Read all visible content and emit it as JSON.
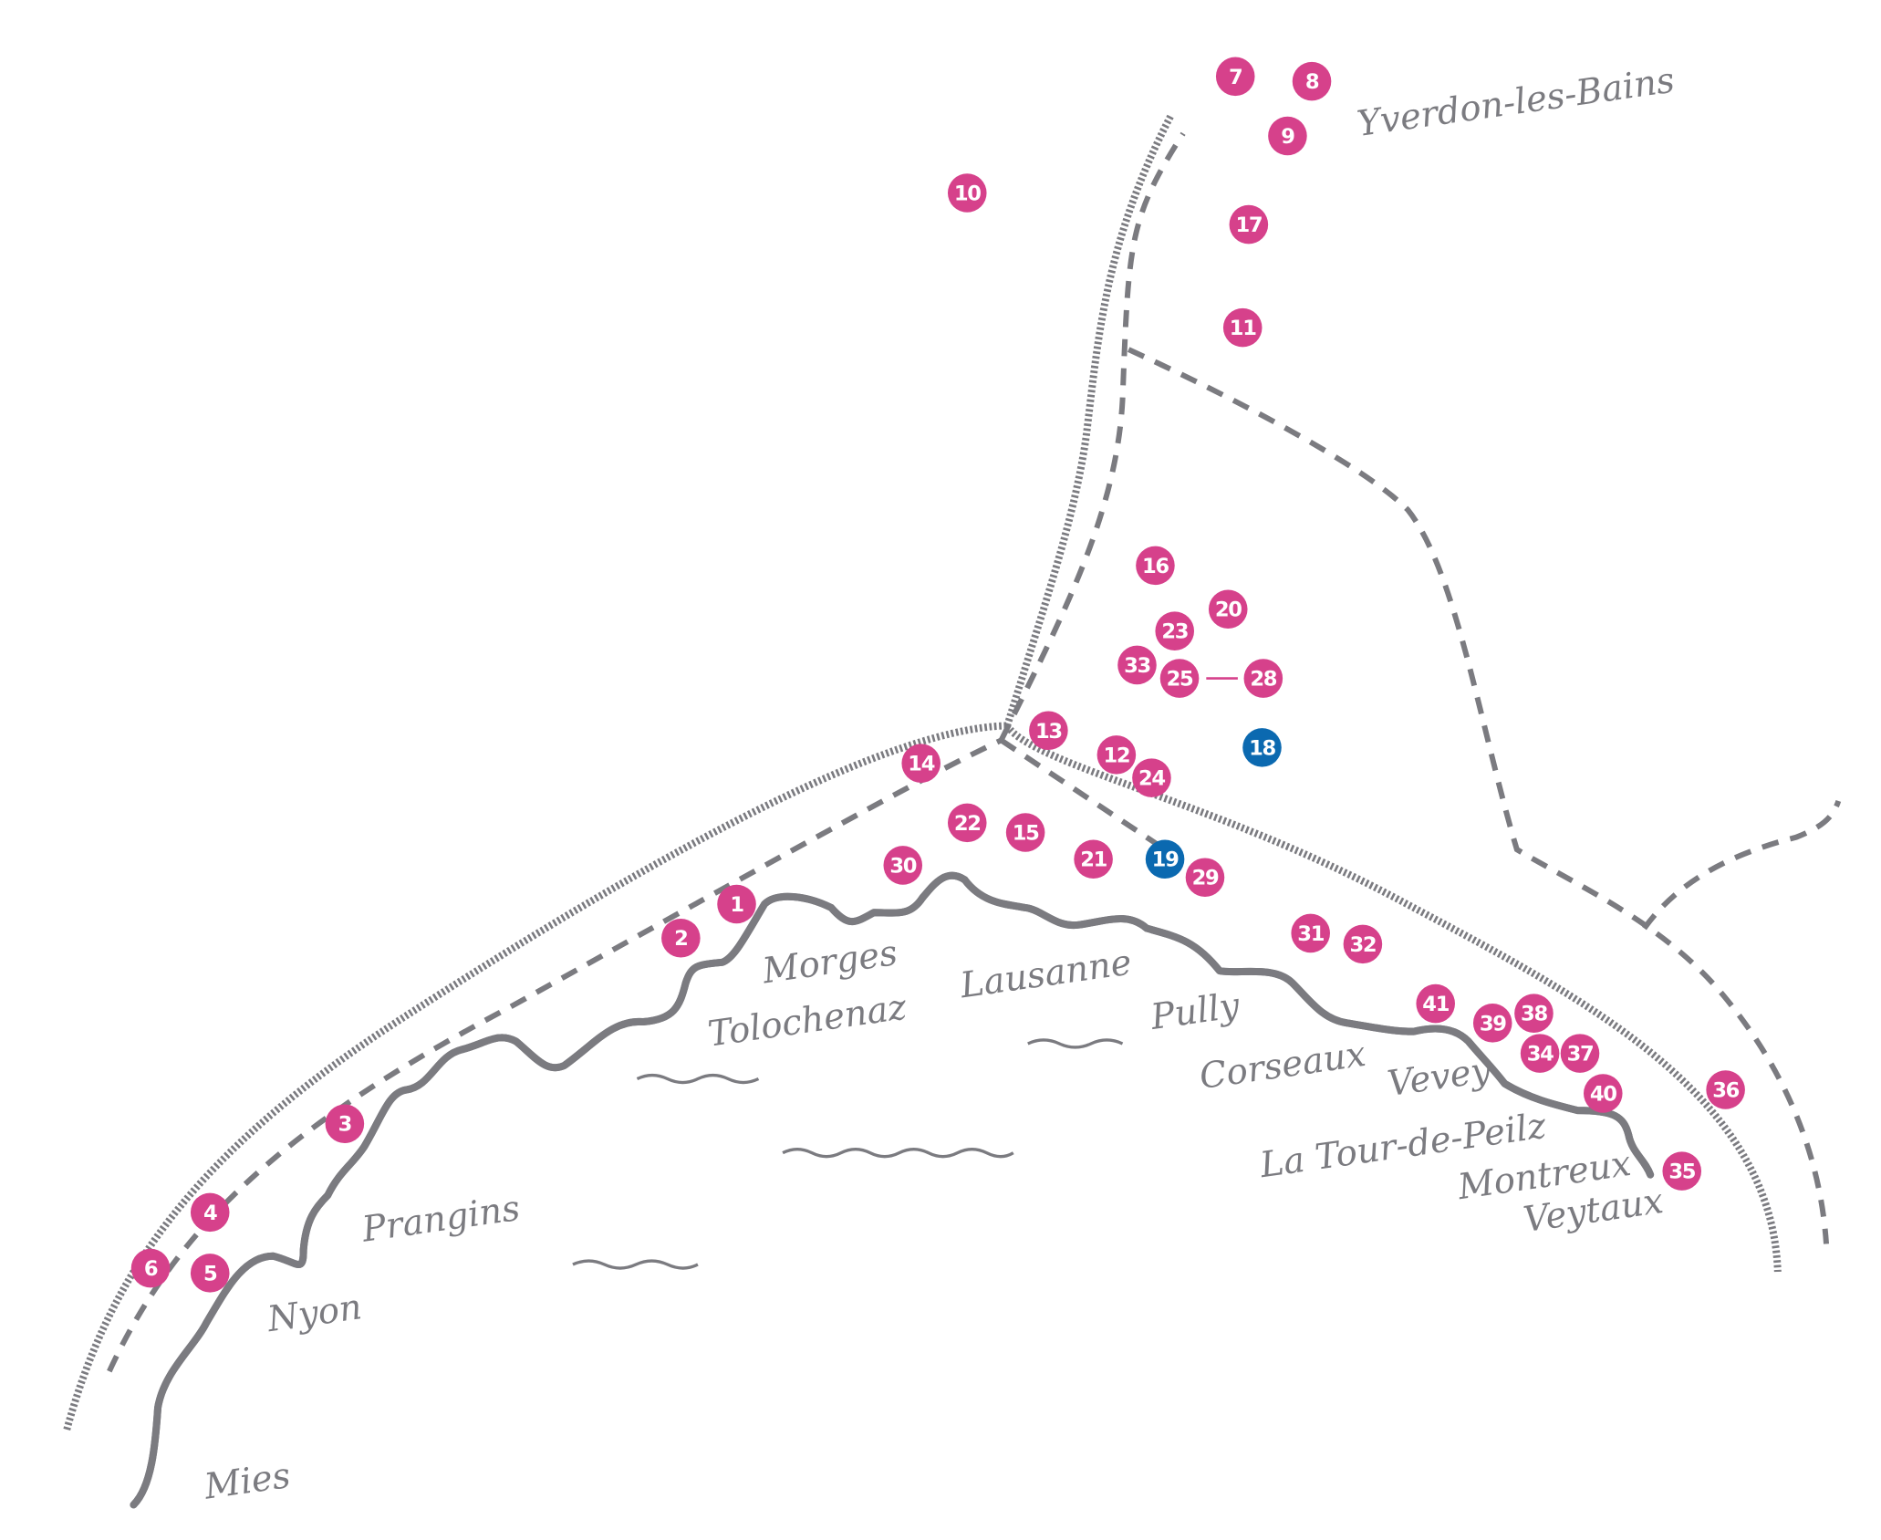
{
  "colors": {
    "marker": "#d6418b",
    "marker_alt": "#0b69b0",
    "lines": "#7b7b80"
  },
  "places": [
    "Yverdon-les-Bains",
    "Morges",
    "Tolochenaz",
    "Lausanne",
    "Pully",
    "Corseaux",
    "Vevey",
    "La Tour-de-Peilz",
    "Montreux",
    "Veytaux",
    "Prangins",
    "Nyon",
    "Mies"
  ],
  "markers": [
    {
      "label": "1",
      "kind": "primary"
    },
    {
      "label": "2",
      "kind": "primary"
    },
    {
      "label": "3",
      "kind": "primary"
    },
    {
      "label": "4",
      "kind": "primary"
    },
    {
      "label": "5",
      "kind": "primary"
    },
    {
      "label": "6",
      "kind": "primary"
    },
    {
      "label": "7",
      "kind": "primary"
    },
    {
      "label": "8",
      "kind": "primary"
    },
    {
      "label": "9",
      "kind": "primary"
    },
    {
      "label": "10",
      "kind": "primary"
    },
    {
      "label": "11",
      "kind": "primary"
    },
    {
      "label": "12",
      "kind": "primary"
    },
    {
      "label": "13",
      "kind": "primary"
    },
    {
      "label": "14",
      "kind": "primary"
    },
    {
      "label": "15",
      "kind": "primary"
    },
    {
      "label": "16",
      "kind": "primary"
    },
    {
      "label": "17",
      "kind": "primary"
    },
    {
      "label": "18",
      "kind": "alt"
    },
    {
      "label": "19",
      "kind": "alt"
    },
    {
      "label": "20",
      "kind": "primary"
    },
    {
      "label": "21",
      "kind": "primary"
    },
    {
      "label": "22",
      "kind": "primary"
    },
    {
      "label": "23",
      "kind": "primary"
    },
    {
      "label": "24",
      "kind": "primary"
    },
    {
      "label": "25",
      "kind": "primary"
    },
    {
      "label": "28",
      "kind": "primary"
    },
    {
      "label": "29",
      "kind": "primary"
    },
    {
      "label": "30",
      "kind": "primary"
    },
    {
      "label": "31",
      "kind": "primary"
    },
    {
      "label": "32",
      "kind": "primary"
    },
    {
      "label": "33",
      "kind": "primary"
    },
    {
      "label": "34",
      "kind": "primary"
    },
    {
      "label": "35",
      "kind": "primary"
    },
    {
      "label": "36",
      "kind": "primary"
    },
    {
      "label": "37",
      "kind": "primary"
    },
    {
      "label": "38",
      "kind": "primary"
    },
    {
      "label": "39",
      "kind": "primary"
    },
    {
      "label": "40",
      "kind": "primary"
    },
    {
      "label": "41",
      "kind": "primary"
    }
  ]
}
